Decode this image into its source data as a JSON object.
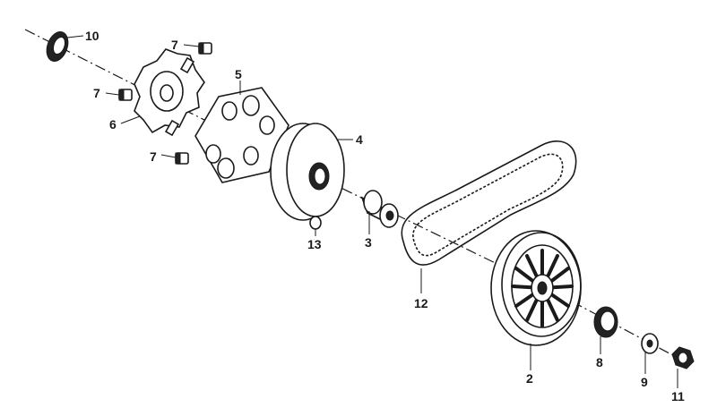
{
  "diagram": {
    "callouts": [
      {
        "id": "10",
        "text": "10"
      },
      {
        "id": "7a",
        "text": "7"
      },
      {
        "id": "7b",
        "text": "7"
      },
      {
        "id": "6",
        "text": "6"
      },
      {
        "id": "7c",
        "text": "7"
      },
      {
        "id": "5",
        "text": "5"
      },
      {
        "id": "4",
        "text": "4"
      },
      {
        "id": "13",
        "text": "13"
      },
      {
        "id": "3",
        "text": "3"
      },
      {
        "id": "12",
        "text": "12"
      },
      {
        "id": "2",
        "text": "2"
      },
      {
        "id": "8",
        "text": "8"
      },
      {
        "id": "9",
        "text": "9"
      },
      {
        "id": "11",
        "text": "11"
      }
    ]
  }
}
